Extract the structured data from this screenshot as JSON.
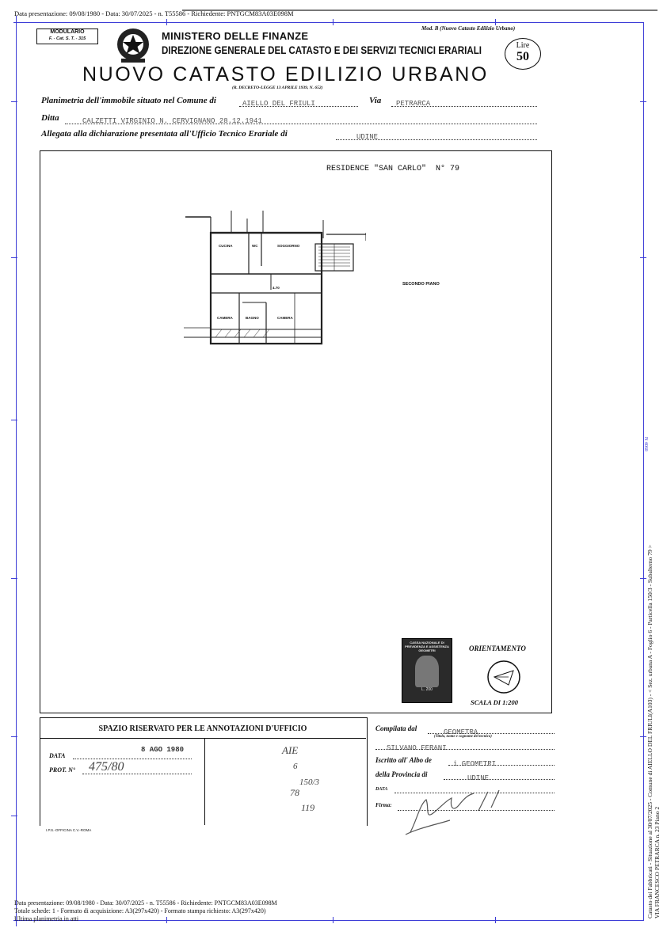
{
  "header_meta": "Data presentazione: 09/08/1980 - Data: 30/07/2025 - n. T55586 - Richiedente: PNTGCM83A03E098M",
  "modulario": {
    "line1": "MODULARIO",
    "line2": "F. - Cat. S. T. - 315"
  },
  "mod_b": "Mod. B (Nuovo Catasto Edilizio Urbano)",
  "ministero": "MINISTERO DELLE FINANZE",
  "direzione": "DIREZIONE GENERALE DEL CATASTO E DEI SERVIZI TECNICI ERARIALI",
  "title": "NUOVO CATASTO EDILIZIO URBANO",
  "decreto": "(R. DECRETO-LEGGE 13 APRILE 1939, N. 652)",
  "lire": {
    "label": "Lire",
    "value": "50"
  },
  "fields": {
    "planimetria_label": "Planimetria dell'immobile situato nel Comune di",
    "comune_value": "AIELLO DEL FRIULI",
    "via_label": "Via",
    "via_value": "PETRARCA",
    "ditta_label": "Ditta",
    "ditta_value": "CALZETTI VIRGINIO N. CERVIGNANO 28.12.1941",
    "allegata_label": "Allegata alla dichiarazione presentata all'Ufficio Tecnico Erariale di",
    "allegata_value": "UDINE"
  },
  "plan": {
    "residence": "RESIDENCE \"SAN CARLO\"  N° 79",
    "piano": "SECONDO PIANO",
    "rooms": {
      "cucina": "CUCINA",
      "wc": "WC",
      "soggiorno": "SOGGIORNO",
      "camera1": "CAMERA",
      "bagno": "BAGNO",
      "camera2": "CAMERA",
      "dim": "4.70"
    }
  },
  "stamp_text": "CASSA NAZIONALE DI PREVIDENZA E ASSISTENZA GEOMETRI",
  "stamp_value": "L. 200",
  "orientamento": "ORIENTAMENTO",
  "scala": "SCALA DI 1:200",
  "annotazioni": {
    "heading": "SPAZIO RISERVATO PER LE ANNOTAZIONI D'UFFICIO",
    "data_label": "DATA",
    "data_value": "8 AGO 1980",
    "prot_label": "PROT. N°",
    "prot_value": "475/80",
    "note1": "AIE",
    "note2": "6",
    "note3": "150/3",
    "note4": "78",
    "note5": "119",
    "printer": "I.P.S.-OFFICINA C.V.-ROMA"
  },
  "compilata": {
    "label": "Compilata dal",
    "value": "GEOMETRA",
    "sub": "(Titolo, nome e cognome del tecnico)",
    "name": "SILVANO FERANI",
    "albo_label": "Iscritto all' Albo de",
    "albo_value": "i GEOMETRI",
    "prov_label": "della Provincia di",
    "prov_value": "UDINE",
    "data_label": "DATA",
    "firma_label": "Firma:"
  },
  "side_text": "Catasto dei Fabbricati - Situazione al 30/07/2025 - Comune di AIELLO DEL FRIULI(A103) - < Sez. urbana A - Foglio 6 - Particella 150/3 - Subalterno 79 >",
  "side_text2": "VIA FRANCESCO PETRARCA n. 23 Piano 2",
  "side_code": "N 4060",
  "footer": {
    "line1": "Data presentazione: 09/08/1980 - Data: 30/07/2025 - n. T55586 - Richiedente: PNTGCM83A03E098M",
    "line2": "Totale schede: 1 - Formato di acquisizione: A3(297x420)  - Formato stampa richiesto: A3(297x420)",
    "line3": "Ultima planimetria in atti"
  }
}
